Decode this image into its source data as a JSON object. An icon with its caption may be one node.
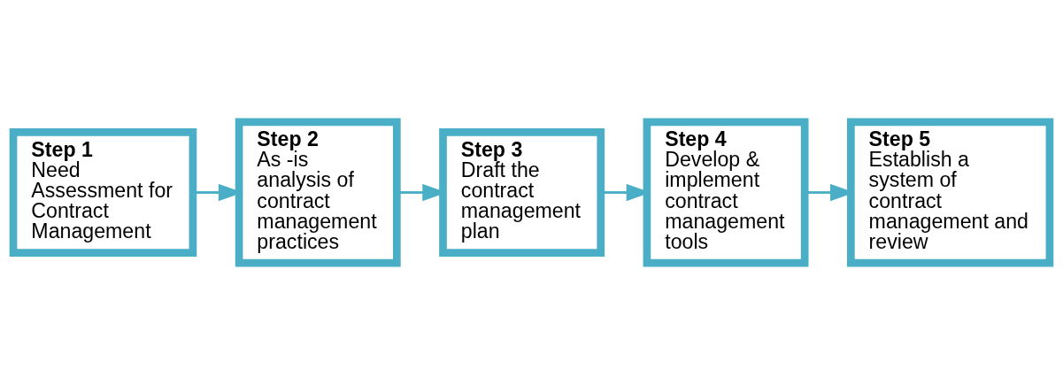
{
  "diagram": {
    "nodes": [
      {
        "text": [
          "Step 1",
          "Need Assessment for Contract Management"
        ]
      },
      {
        "text": [
          "Step 2",
          "As -is analysis of contract management practices"
        ]
      },
      {
        "text": [
          "Step 3",
          "Draft the contract management plan"
        ]
      },
      {
        "text": [
          "Step 4",
          "Develop & implement contract management tools"
        ]
      },
      {
        "text": [
          "Step 5",
          "Establish a system of contract management and review"
        ]
      }
    ],
    "edges": [
      {
        "from": 0,
        "to": 1,
        "arrow": "to"
      },
      {
        "from": 1,
        "to": 2,
        "arrow": "to"
      },
      {
        "from": 2,
        "to": 3,
        "arrow": "to"
      },
      {
        "from": 3,
        "to": 4,
        "arrow": "to"
      }
    ]
  }
}
